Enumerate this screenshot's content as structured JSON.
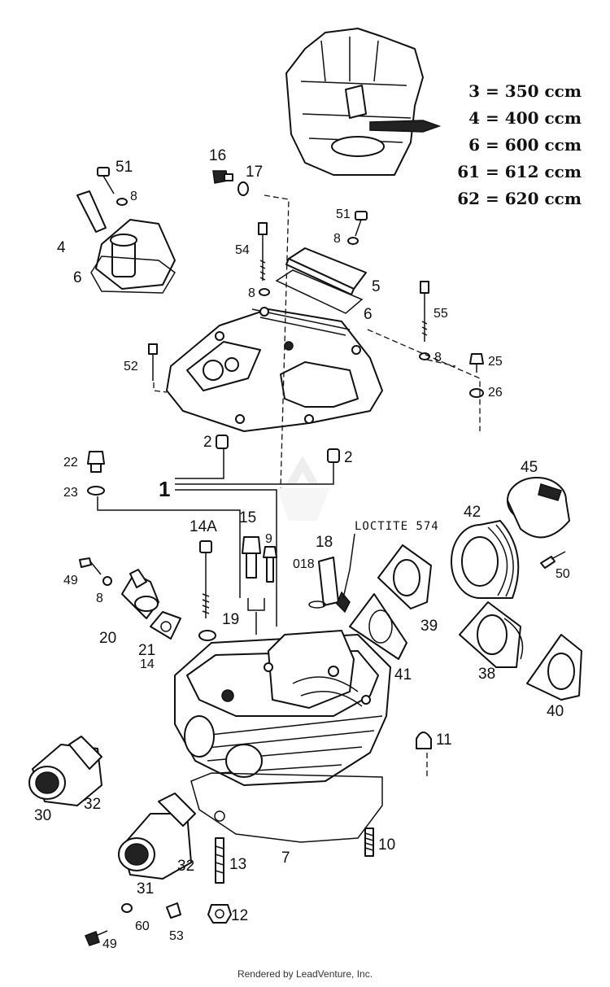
{
  "legend": [
    "3 = 350 ccm",
    "4 = 400 ccm",
    "6 = 600 ccm",
    "61 = 612 ccm",
    "62 = 620 ccm"
  ],
  "note": "LOCTITE 574",
  "footer": "Rendered by LeadVenture, Inc.",
  "callouts": {
    "p51a": "51",
    "p8a": "8",
    "p4": "4",
    "p6a": "6",
    "p16": "16",
    "p17": "17",
    "p51b": "51",
    "p8b": "8",
    "p54": "54",
    "p8c": "8",
    "p5": "5",
    "p6b": "6",
    "p55": "55",
    "p52": "52",
    "p8d": "8",
    "p25": "25",
    "p26": "26",
    "p2a": "2",
    "p2b": "2",
    "p22": "22",
    "p23": "23",
    "p1": "1",
    "p45": "45",
    "p42": "42",
    "p14a": "14A",
    "p15": "15",
    "p9": "9",
    "p18": "18",
    "p018": "018",
    "p50": "50",
    "p49a": "49",
    "p8e": "8",
    "p20": "20",
    "p21": "21",
    "p19": "19",
    "p39": "39",
    "p14": "14",
    "p41": "41",
    "p38": "38",
    "p40": "40",
    "p11": "11",
    "p30": "30",
    "p32a": "32",
    "p32b": "32",
    "p31": "31",
    "p13": "13",
    "p7": "7",
    "p10": "10",
    "p12": "12",
    "p60": "60",
    "p53": "53",
    "p49b": "49"
  },
  "colors": {
    "ink": "#111111",
    "paper": "#ffffff",
    "shade": "#dddddd"
  }
}
